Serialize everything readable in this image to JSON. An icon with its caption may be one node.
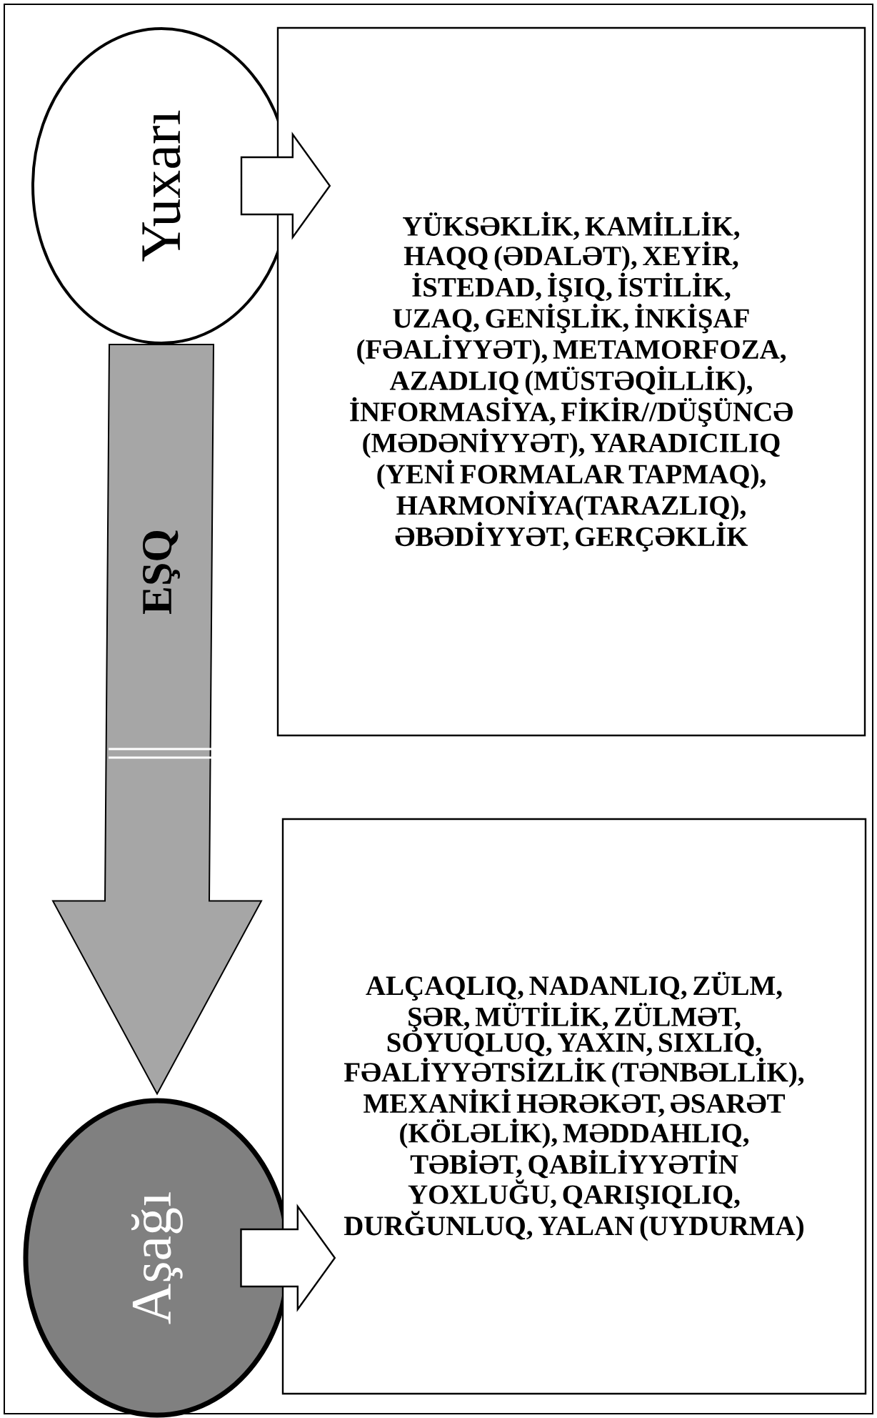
{
  "diagram": {
    "nodes": [
      {
        "text": [
          "Yuxarı"
        ]
      },
      {
        "text": [
          "YÜKSƏKLİK, KAMİLLİK, HAQQ (ƏDALƏT), XEYİR, İSTEDAD, İŞIQ, İSTİLİK, UZAQ, GENİŞLİK, İNKİŞAF (FƏALİYYƏT), METAMORFOZA, AZADLIQ (MÜSTƏQİLLİK), İNFORMASİYA, FİKİR//DÜŞÜNCƏ (MƏDƏNİYYƏT), YARADICILIQ (YENİ FORMALAR TAPMAQ), HARMONİYA(TARAZLIQ), ƏBƏDİYYƏT, GERÇƏKLİK"
        ]
      },
      {
        "text": [
          "Aşağı"
        ]
      },
      {
        "text": [
          "ALÇAQLIQ, NADANLIQ, ZÜLM, ŞƏR, MÜTİLİK, ZÜLMƏT, SOYUQLUQ, YAXIN, SIXLIQ, FƏALİYYƏTSİZLİK (TƏNBƏLLİK), MEXANİKİ HƏRƏKƏT, ƏSARƏT (KÖLƏLİK), MƏDDAHLIQ, TƏBİƏT, QABİLİYYƏTİN YOXLUĞU, QARIŞIQLIQ, DURĞUNLUQ, YALAN (UYDURMA)"
        ]
      }
    ],
    "edges": [
      {
        "from": 0,
        "to": 1,
        "arrow": "to"
      },
      {
        "from": 0,
        "to": 2,
        "arrow": "to",
        "label": "EŞQ"
      },
      {
        "from": 2,
        "to": 3,
        "arrow": "to"
      }
    ]
  }
}
